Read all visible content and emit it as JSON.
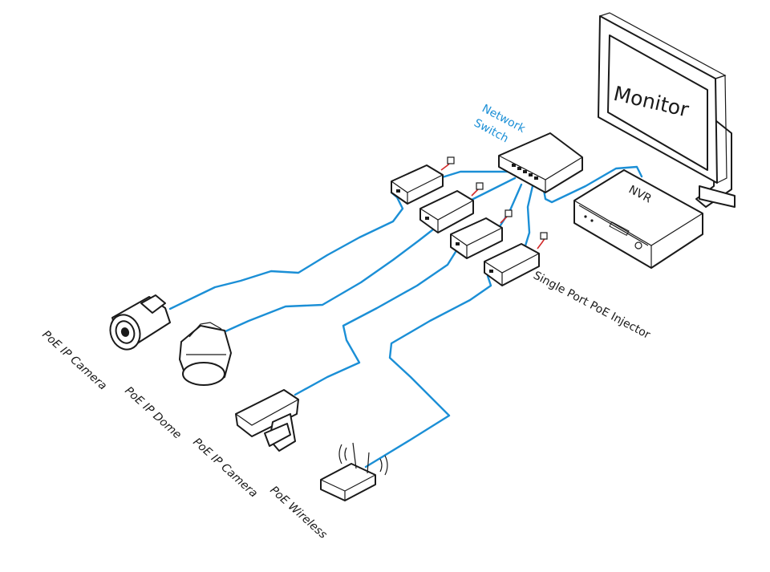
{
  "labels": {
    "monitor": "Monitor",
    "nvr": "NVR",
    "network_switch_line1": "Network",
    "network_switch_line2": "Switch",
    "injector": "Single Port PoE Injector",
    "device1": "PoE IP Camera",
    "device2": "PoE IP Dome",
    "device3": "PoE IP Camera",
    "device4": "PoE Wireless"
  },
  "colors": {
    "cable": "#1b8fd6",
    "accent_text": "#1b8fd6",
    "outline": "#1a1a1a",
    "power_lead": "#d22a2a"
  }
}
